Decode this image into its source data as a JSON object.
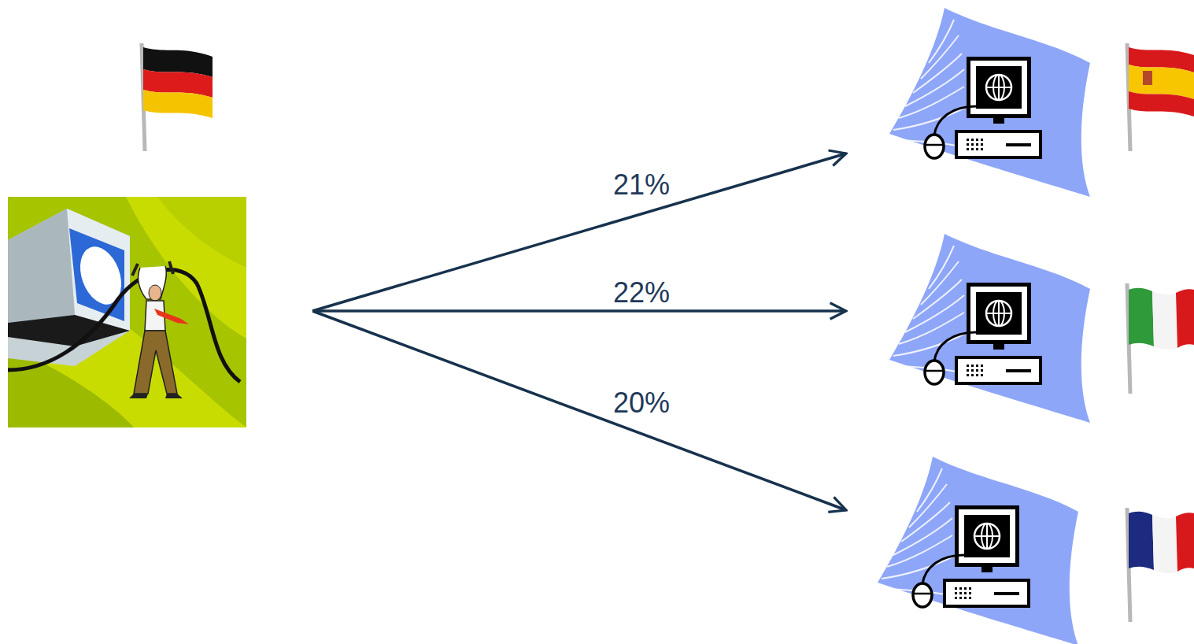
{
  "diagram": {
    "labels": [
      "21%",
      "22%",
      "20%"
    ]
  }
}
